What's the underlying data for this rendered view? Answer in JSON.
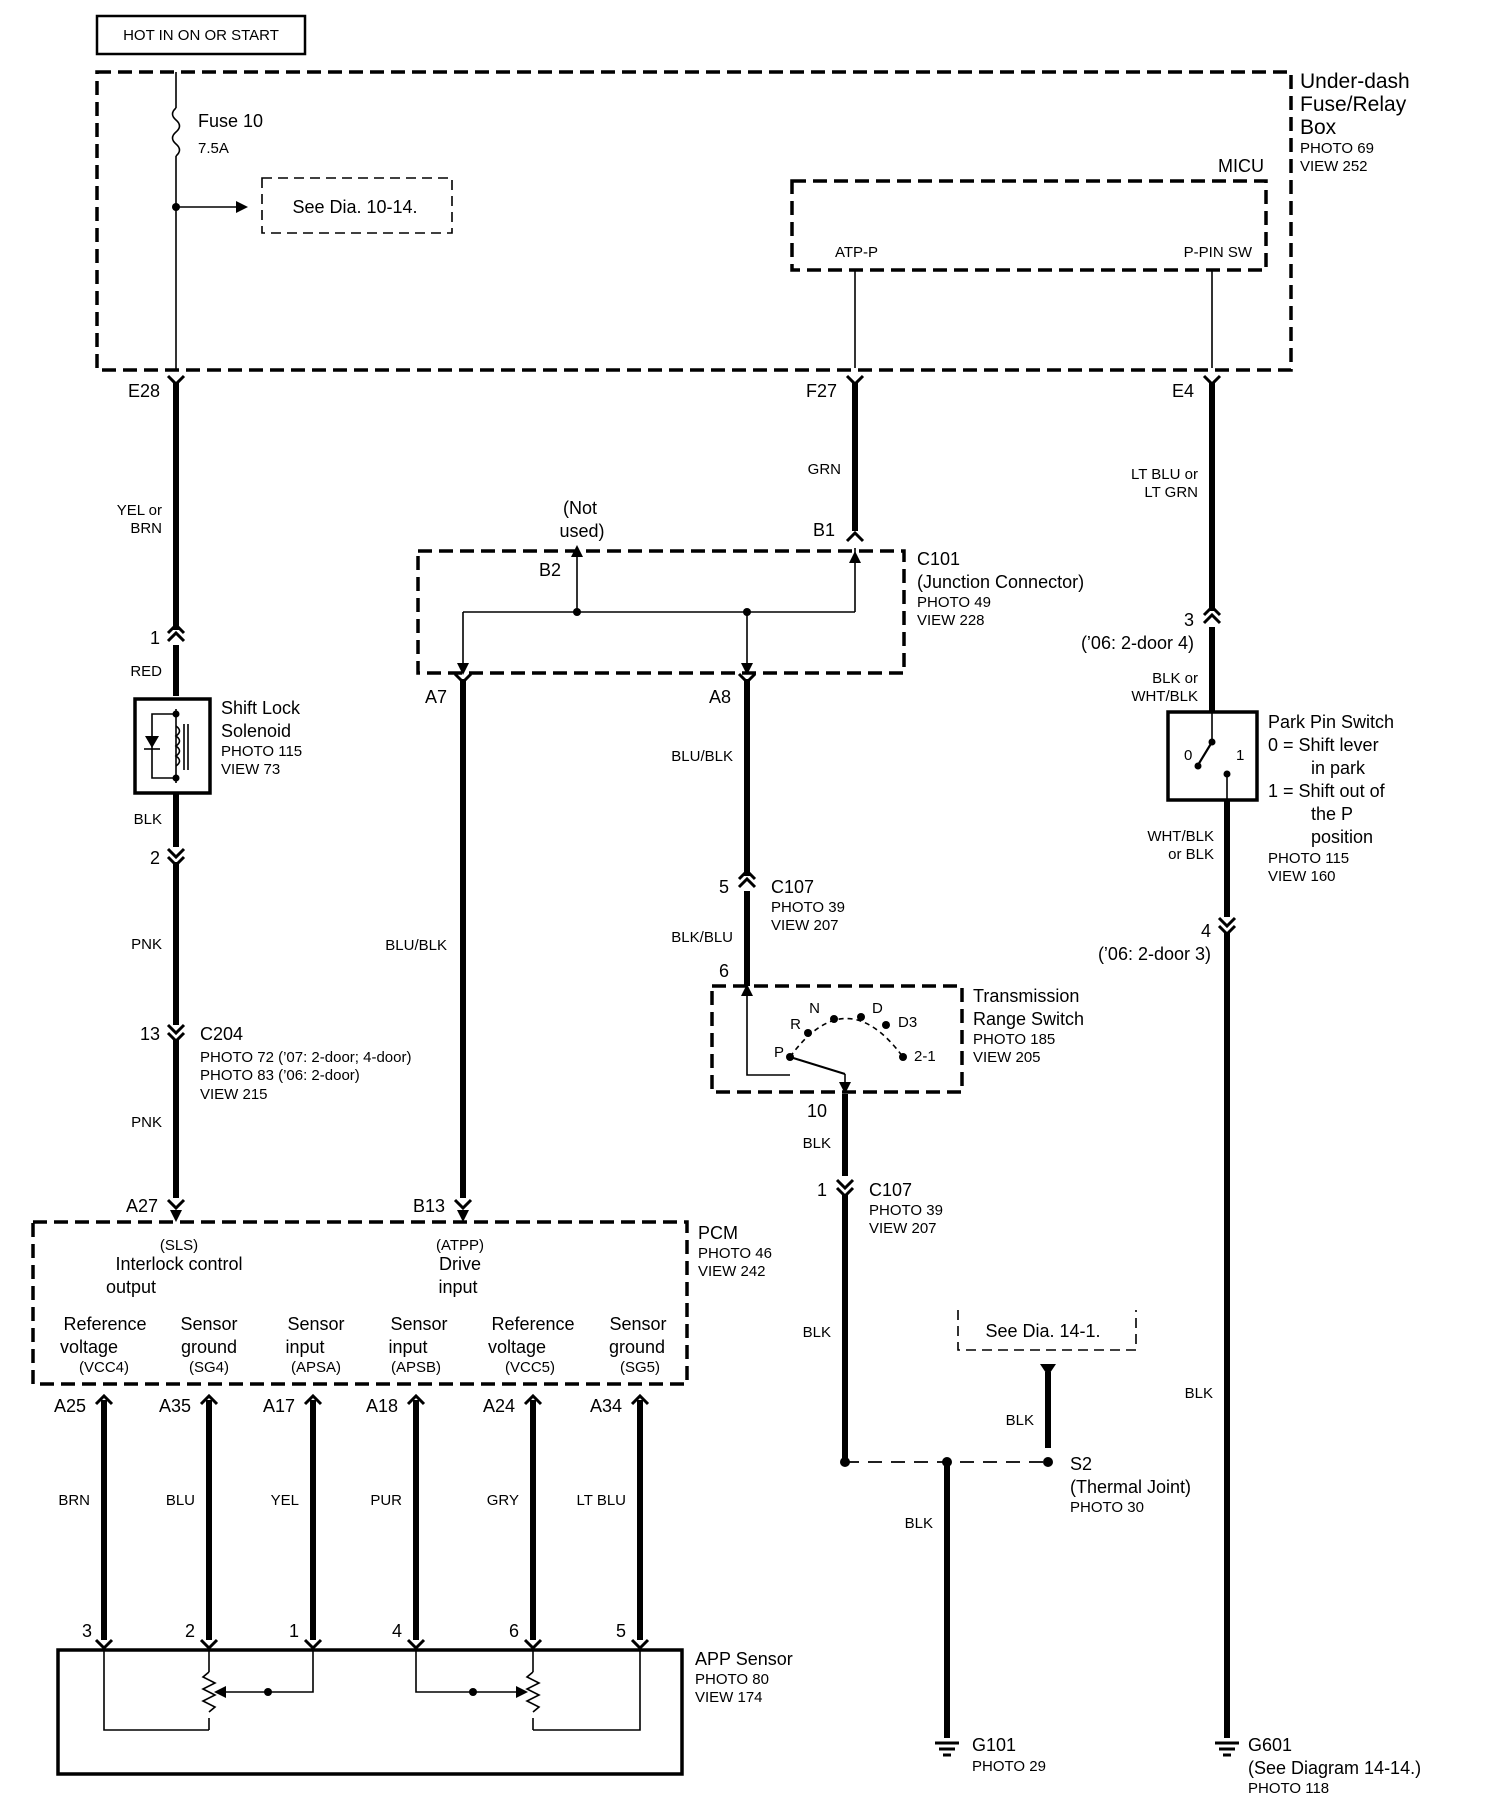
{
  "power_label": "HOT IN ON OR START",
  "fuse_box": {
    "title": [
      "Under-dash",
      "Fuse/Relay",
      "Box"
    ],
    "photo": "PHOTO 69",
    "view": "VIEW 252"
  },
  "fuse": {
    "name": "Fuse 10",
    "rating": "7.5A"
  },
  "ref_top": "See Dia. 10-14.",
  "micu": {
    "name": "MICU",
    "atp_p": "ATP-P",
    "ppin": "P-PIN SW"
  },
  "terminals": {
    "e28": "E28",
    "f27": "F27",
    "e4": "E4"
  },
  "wires": {
    "yel_brn": [
      "YEL or",
      "BRN"
    ],
    "grn": "GRN",
    "ltblu_ltgrn": [
      "LT BLU or",
      "LT GRN"
    ],
    "red": "RED",
    "blk": "BLK",
    "pnk": "PNK",
    "blu_blk": "BLU/BLK",
    "blk_blu": "BLK/BLU",
    "blk_wht": [
      "BLK or",
      "WHT/BLK"
    ],
    "wht_blk": [
      "WHT/BLK",
      "or BLK"
    ],
    "brn": "BRN",
    "blu": "BLU",
    "yel": "YEL",
    "pur": "PUR",
    "gry": "GRY",
    "ltblu": "LT BLU"
  },
  "c101": {
    "name": "C101",
    "desc": "(Junction Connector)",
    "photo": "PHOTO 49",
    "view": "VIEW 228",
    "b1": "B1",
    "b2": "B2",
    "not_used": [
      "(Not",
      "used)"
    ],
    "a7": "A7",
    "a8": "A8"
  },
  "shift_lock": {
    "name": [
      "Shift Lock",
      "Solenoid"
    ],
    "photo": "PHOTO 115",
    "view": "VIEW 73",
    "pin1": "1",
    "pin2": "2"
  },
  "c204": {
    "pin": "13",
    "name": "C204",
    "photo1": "PHOTO 72 (’07: 2-door; 4-door)",
    "photo2": "PHOTO 83 (’06: 2-door)",
    "view": "VIEW 215"
  },
  "c107a": {
    "pin5": "5",
    "name": "C107",
    "photo": "PHOTO 39",
    "view": "VIEW 207",
    "pin6": "6"
  },
  "trs": {
    "name": [
      "Transmission",
      "Range Switch"
    ],
    "photo": "PHOTO 185",
    "view": "VIEW 205",
    "pin10": "10",
    "positions": [
      "R",
      "N",
      "D",
      "D3",
      "P",
      "2-1"
    ]
  },
  "c107b": {
    "pin1": "1",
    "name": "C107",
    "photo": "PHOTO 39",
    "view": "VIEW 207"
  },
  "park_pin": {
    "pin3": "3",
    "note3": "(’06: 2-door 4)",
    "name": "Park Pin Switch",
    "legend": [
      "0 =  Shift lever",
      "in park",
      "1 =  Shift out of",
      "the P",
      "position"
    ],
    "photo": "PHOTO 115",
    "view": "VIEW 160",
    "pin4": "4",
    "note4": "(’06: 2-door 3)",
    "zero": "0",
    "one": "1"
  },
  "pcm": {
    "name": "PCM",
    "photo": "PHOTO 46",
    "view": "VIEW 242",
    "a27": "A27",
    "b13": "B13",
    "sls": "(SLS)",
    "sls_label": [
      "Interlock control",
      "output"
    ],
    "atpp": "(ATPP)",
    "atpp_label": [
      "Drive",
      "input"
    ],
    "cols": [
      {
        "l1": "Reference",
        "l2": "voltage",
        "code": "(VCC4)",
        "term": "A25",
        "wire": "BRN",
        "pin": "3"
      },
      {
        "l1": "Sensor",
        "l2": "ground",
        "code": "(SG4)",
        "term": "A35",
        "wire": "BLU",
        "pin": "2"
      },
      {
        "l1": "Sensor",
        "l2": "input",
        "code": "(APSA)",
        "term": "A17",
        "wire": "YEL",
        "pin": "1"
      },
      {
        "l1": "Sensor",
        "l2": "input",
        "code": "(APSB)",
        "term": "A18",
        "wire": "PUR",
        "pin": "4"
      },
      {
        "l1": "Reference",
        "l2": "voltage",
        "code": "(VCC5)",
        "term": "A24",
        "wire": "GRY",
        "pin": "6"
      },
      {
        "l1": "Sensor",
        "l2": "ground",
        "code": "(SG5)",
        "term": "A34",
        "wire": "LT BLU",
        "pin": "5"
      }
    ]
  },
  "app_sensor": {
    "name": "APP Sensor",
    "photo": "PHOTO 80",
    "view": "VIEW 174"
  },
  "ref_bottom": "See Dia. 14-1.",
  "s2": {
    "name": "S2",
    "desc": "(Thermal Joint)",
    "photo": "PHOTO 30"
  },
  "g101": {
    "name": "G101",
    "photo": "PHOTO 29"
  },
  "g601": {
    "name": "G601",
    "desc": "(See Diagram 14-14.)",
    "photo": "PHOTO 118"
  }
}
